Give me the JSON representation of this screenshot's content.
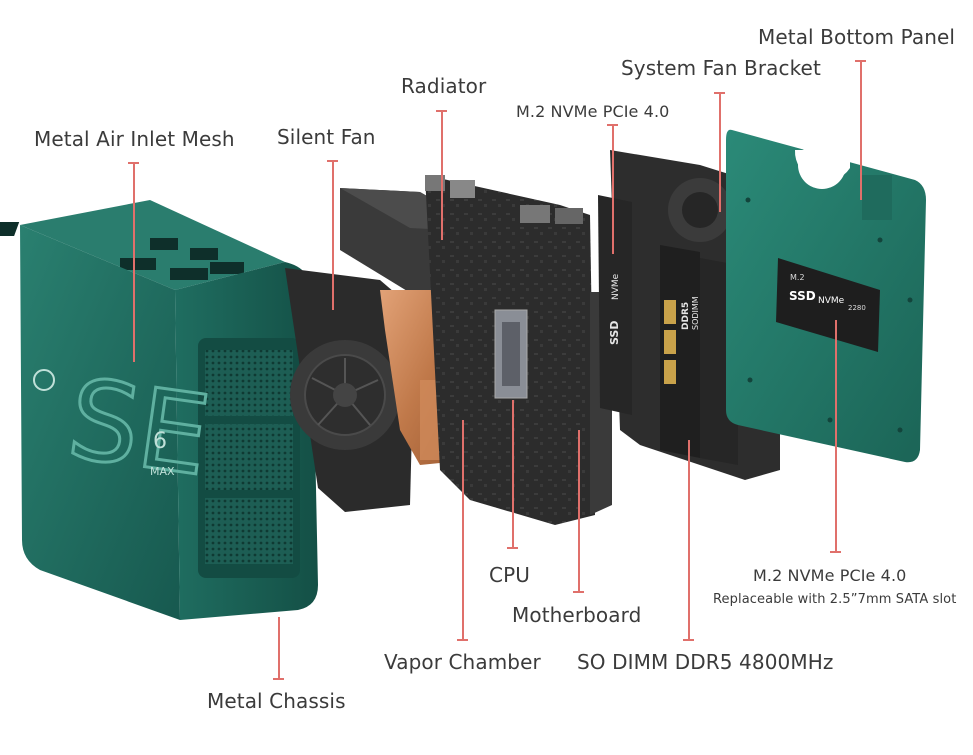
{
  "labels": {
    "metal_bottom_panel": "Metal Bottom Panel",
    "system_fan_bracket": "System Fan Bracket",
    "radiator": "Radiator",
    "m2_top": "M.2 NVMe PCIe 4.0",
    "metal_air_inlet_mesh": "Metal Air Inlet Mesh",
    "silent_fan": "Silent Fan",
    "cpu": "CPU",
    "motherboard": "Motherboard",
    "m2_bottom": "M.2 NVMe PCIe 4.0",
    "m2_bottom_sub": "Replaceable with 2.5”7mm SATA slot",
    "vapor_chamber": "Vapor Chamber",
    "sodimm": "SO DIMM DDR5 4800MHz",
    "metal_chassis": "Metal Chassis"
  },
  "chassis_marks": {
    "logo_text": "SE",
    "model_number": "6",
    "model_suffix": "MAX"
  },
  "ssd_marks": {
    "m2_label": "M.2",
    "ssd_label": "SSD",
    "nvme_label": "NVMe",
    "size_label": "2280",
    "ram_label_1": "DDR5",
    "ram_label_2": "SODIMM"
  },
  "colors": {
    "chassis_green": "#1e6f62",
    "leader_line": "#e0706b",
    "copper": "#c07a4a",
    "board_dark": "#2a2a2a"
  }
}
